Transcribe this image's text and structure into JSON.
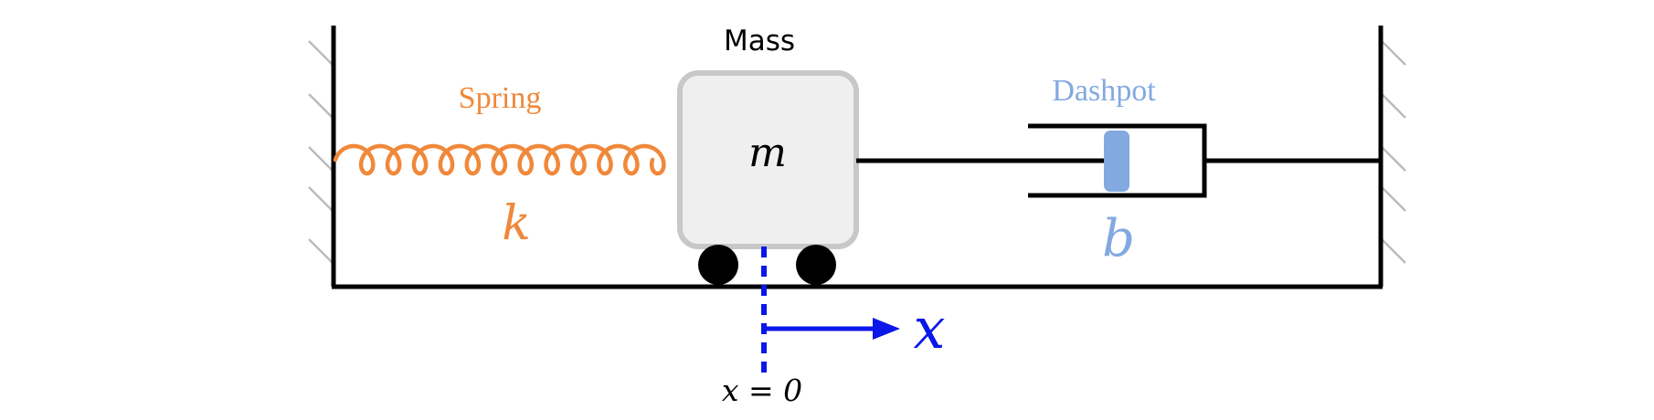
{
  "mass": {
    "title": "Mass",
    "symbol": "m"
  },
  "spring": {
    "title": "Spring",
    "symbol": "k",
    "coil_count": 12
  },
  "dashpot": {
    "title": "Dashpot",
    "symbol": "b"
  },
  "position": {
    "arrow_symbol": "x",
    "origin_label": "x = 0"
  },
  "colors": {
    "spring": "#F0883A",
    "dashpot": "#82A9E0",
    "position": "#0A17E8",
    "mass_fill": "#EFEFEF",
    "mass_border": "#C8C8C8",
    "structure": "#000000",
    "hatch": "#BBBBBB"
  }
}
